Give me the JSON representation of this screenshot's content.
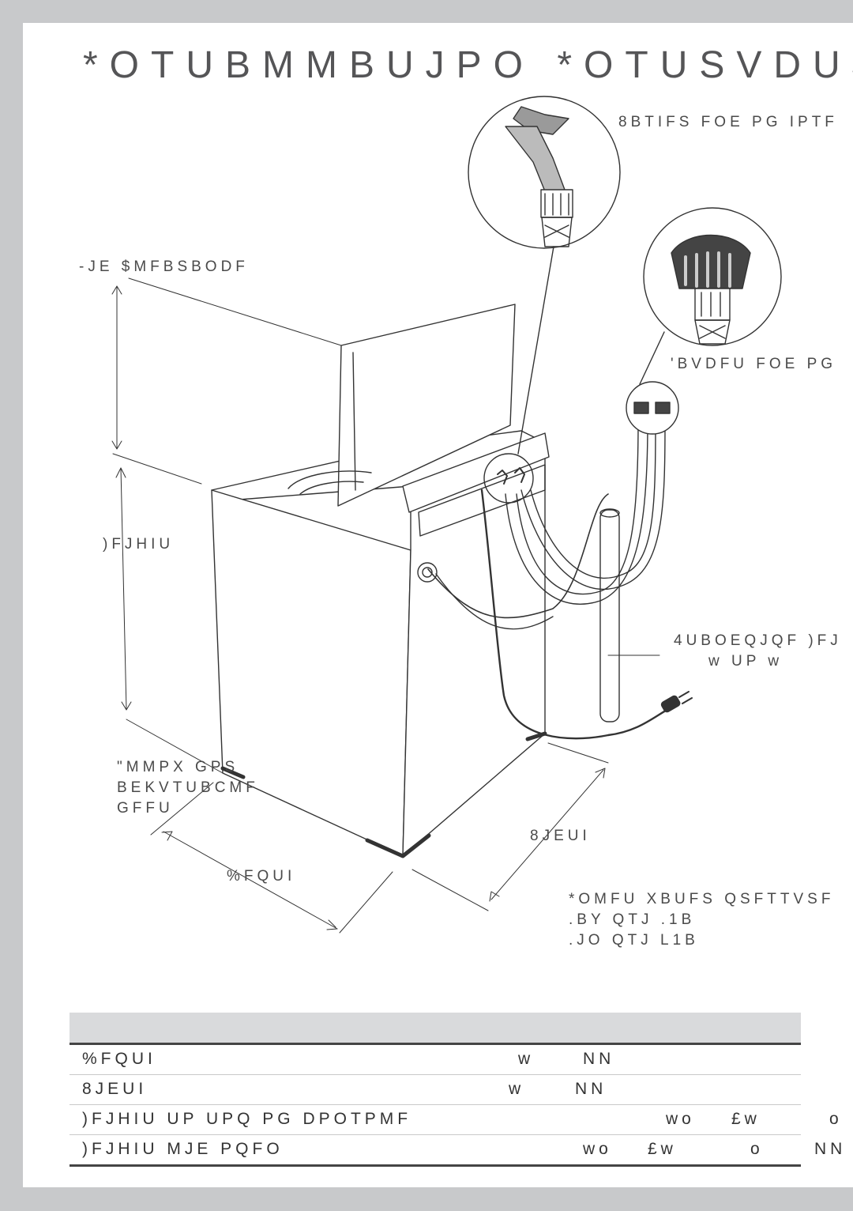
{
  "title": "*OTUBMMBUJPO *OTUSVDUJ",
  "labels": {
    "water_end": "8BTIFS FOE PG IPTF",
    "faucet_end": "'BVDFU FOE PG",
    "lid_clearance": "-JE $MFBSBODF",
    "height": ")FJHIU",
    "standpipe_1": "4UBOEQJQF )FJ",
    "standpipe_2": "w UP w",
    "allow_1": "\"MMPX GPS",
    "allow_2": "BEKVTUBCMF",
    "allow_3": "GFFU",
    "width": "8JEUI",
    "depth": "%FQUI",
    "pressure_1": "*OMFU XBUFS QSFTTVSF",
    "pressure_2": ".BY QTJ .1B",
    "pressure_3": ".JO QTJ L1B"
  },
  "table": {
    "rows": [
      {
        "label": "%FQUI",
        "v1": "w",
        "v2": "NN",
        "v3": ""
      },
      {
        "label": "8JEUI",
        "v1": "w",
        "v2": "NN",
        "v3": ""
      },
      {
        "label": ")FJHIU UP UPQ PG DPOTPMF",
        "v1": "wo",
        "v2": "£w",
        "v3": "o"
      },
      {
        "label": ")FJHIU MJE PQFO",
        "v1": "wo",
        "v2": "£w",
        "v3": "o",
        "v4": "NN"
      }
    ]
  },
  "icons": {
    "washer": "washing-machine-icon",
    "plug": "power-plug-icon",
    "hose_washer_end": "hose-washer-end-icon",
    "hose_faucet_end": "hose-faucet-end-icon"
  }
}
